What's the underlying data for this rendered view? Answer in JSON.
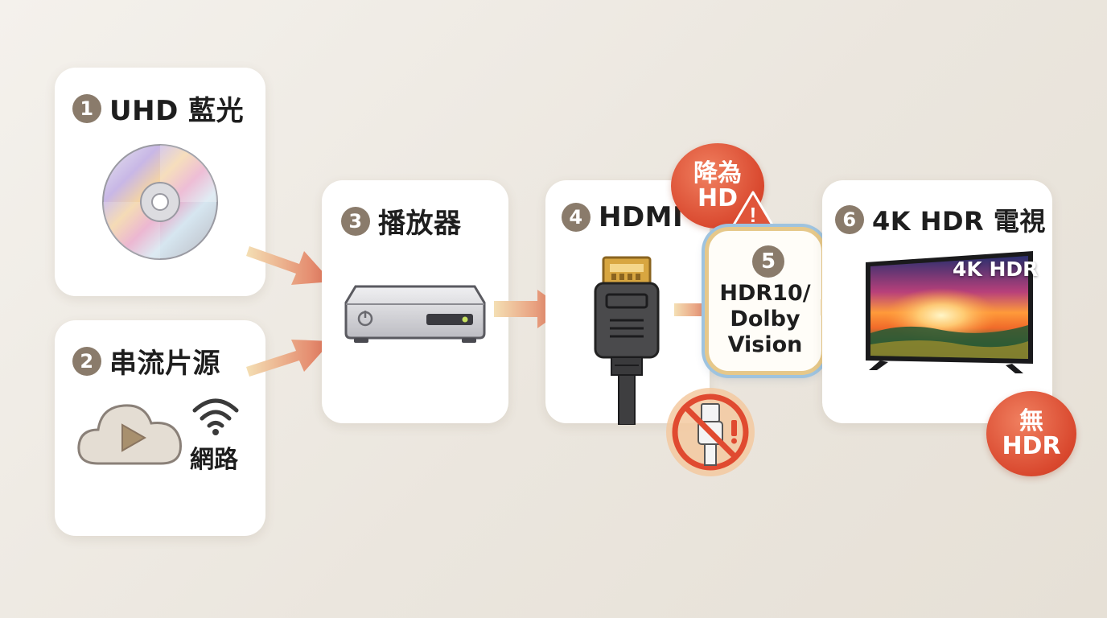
{
  "steps": [
    {
      "num": "1",
      "label": "UHD 藍光"
    },
    {
      "num": "2",
      "label": "串流片源"
    },
    {
      "num": "3",
      "label": "播放器"
    },
    {
      "num": "4",
      "label": "HDMI"
    },
    {
      "num": "5",
      "lines": [
        "HDR10/",
        "Dolby",
        "Vision"
      ]
    },
    {
      "num": "6",
      "label": "4K HDR 電視"
    }
  ],
  "streaming": {
    "network_label": "網路"
  },
  "tv": {
    "screen_label": "4K HDR"
  },
  "warnings": {
    "downgrade": [
      "降為",
      "HD"
    ],
    "no_hdr": [
      "無",
      "HDR"
    ],
    "alert_mark": "!"
  },
  "icons": {
    "disc": "bluray-disc-icon",
    "cloud": "cloud-play-icon",
    "wifi": "wifi-icon",
    "player": "media-player-icon",
    "cable": "hdmi-cable-icon",
    "tv": "television-icon",
    "prohibited_cable": "prohibited-cable-icon",
    "warning": "warning-triangle-icon"
  },
  "colors": {
    "accent_red": "#d9482e",
    "arrow_start": "#f2d8a8",
    "arrow_end": "#e0735a",
    "number_badge": "#8a7b6b",
    "hdr_frame_gold": "#e6c88a",
    "hdr_frame_blue": "#9ec3df"
  }
}
